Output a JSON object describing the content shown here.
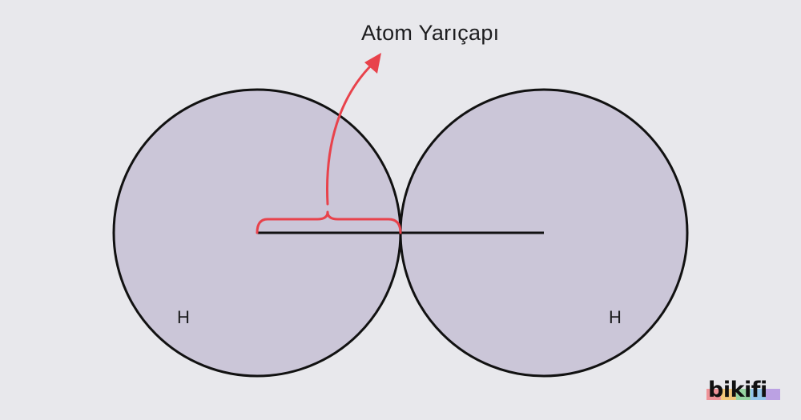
{
  "diagram": {
    "label": "Atom Yarıçapı",
    "atoms": [
      {
        "label": "H"
      },
      {
        "label": "H"
      }
    ],
    "colors": {
      "background": "#e8e8ec",
      "atom_fill": "#cbc6d8",
      "outline": "#111111",
      "accent": "#e8424b"
    }
  },
  "logo": {
    "text": "bikifi",
    "stripe_colors": [
      "#ef8a8f",
      "#f3c46d",
      "#8fd39a",
      "#8cc3ec",
      "#b79ae3"
    ]
  }
}
